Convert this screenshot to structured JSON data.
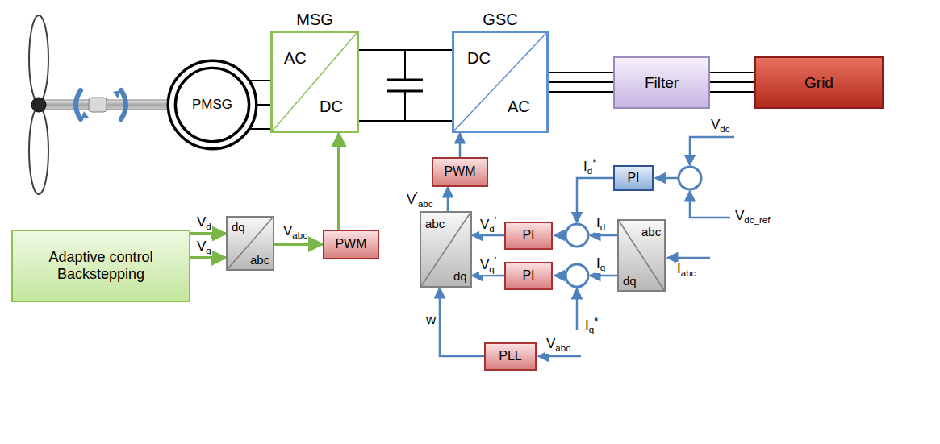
{
  "diagram": {
    "nodes": [
      {
        "text": [
          "PMSG"
        ]
      },
      {
        "text": [
          "MSG",
          "AC",
          "DC"
        ]
      },
      {
        "text": [
          "GSC",
          "DC",
          "AC"
        ]
      },
      {
        "text": [
          "Filter"
        ]
      },
      {
        "text": [
          "Grid"
        ]
      },
      {
        "text": [
          "Adaptive control Backstepping"
        ]
      },
      {
        "text": [
          "dq",
          "abc"
        ]
      },
      {
        "text": [
          "PWM"
        ]
      },
      {
        "text": [
          "PWM"
        ]
      },
      {
        "text": [
          "abc",
          "dq"
        ]
      },
      {
        "text": [
          "PI"
        ]
      },
      {
        "text": [
          "PI"
        ]
      },
      {
        "text": [
          "PI"
        ]
      },
      {
        "text": [
          "abc",
          "dq"
        ]
      },
      {
        "text": [
          "PLL"
        ]
      }
    ],
    "edges": [
      {
        "from": 0,
        "to": 1,
        "arrow": "none"
      },
      {
        "from": 1,
        "to": 2,
        "arrow": "none"
      },
      {
        "from": 2,
        "to": 3,
        "arrow": "none"
      },
      {
        "from": 3,
        "to": 4,
        "arrow": "none"
      },
      {
        "from": 5,
        "to": 6,
        "label": "Vd",
        "arrow": "to"
      },
      {
        "from": 5,
        "to": 6,
        "label": "Vq",
        "arrow": "to"
      },
      {
        "from": 6,
        "to": 7,
        "label": "Vabc",
        "arrow": "to"
      },
      {
        "from": 7,
        "to": 1,
        "arrow": "to"
      },
      {
        "from": 8,
        "to": 2,
        "arrow": "to"
      },
      {
        "from": 9,
        "to": 8,
        "label": "V'abc",
        "arrow": "to"
      },
      {
        "from": 10,
        "to": 9,
        "label": "Vd'",
        "arrow": "to"
      },
      {
        "from": 11,
        "to": 9,
        "label": "Vq'",
        "arrow": "to"
      },
      {
        "from": 14,
        "to": 9,
        "label": "w",
        "arrow": "to"
      }
    ],
    "labels": [
      "Vdc",
      "Id*",
      "Vdc_ref",
      "Id",
      "Iq",
      "Iabc",
      "Iq*",
      "Vabc"
    ]
  }
}
